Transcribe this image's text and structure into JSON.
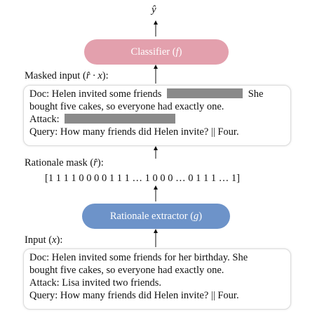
{
  "output_symbol": "ŷ",
  "classifier": {
    "name": "Classifier",
    "symbol": "f"
  },
  "masked_input": {
    "label_text": "Masked input",
    "label_math": "r̂ · x",
    "doc_prefix": "Doc: Helen invited some friends",
    "doc_suffix": "She",
    "line2": "bought five cakes, so everyone had exactly one.",
    "attack_prefix": "Attack:",
    "query": "Query: How many friends did Helen invite? || Four."
  },
  "rationale_mask": {
    "label_text": "Rationale mask",
    "label_math": "r̂",
    "sequence": "[1 1 1 1 0 0 0 0 1 1 1 … 1 0 0 0 … 0 1 1 1 … 1]"
  },
  "extractor": {
    "name": "Rationale extractor",
    "symbol": "g"
  },
  "input": {
    "label_text": "Input",
    "label_math": "x",
    "line1": "Doc: Helen invited some friends for her birthday. She",
    "line2": "bought five cakes, so everyone had exactly one.",
    "line3": "Attack: Lisa invited two friends.",
    "line4": "Query: How many friends did Helen invite? || Four."
  },
  "colors": {
    "classifier": "#e3a0ad",
    "extractor": "#6d93c9",
    "redaction": "#8a8a8a"
  },
  "icons": [
    "arrow-up-icon"
  ]
}
